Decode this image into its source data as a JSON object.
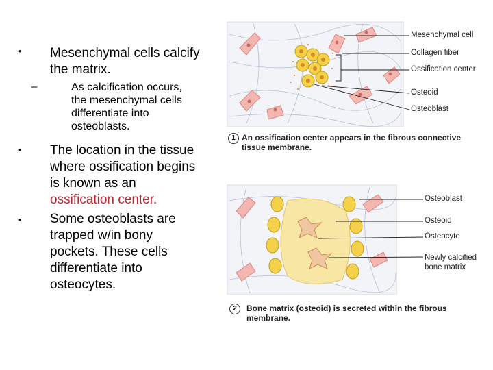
{
  "bullets": [
    {
      "text_lines": [
        "Mesenchymal cells calcify",
        "the matrix."
      ]
    },
    {
      "text_lines": [
        "The location in the tissue",
        "where ossification begins",
        "is known as an"
      ],
      "highlight": "ossification center."
    },
    {
      "text_lines": [
        "Some osteoblasts are",
        "trapped w/in bony",
        "pockets.  These cells",
        "differentiate into",
        "osteocytes."
      ]
    }
  ],
  "sub_bullet": {
    "text_lines": [
      "As calcification occurs,",
      "the mesenchymal cells",
      "differentiate into",
      "osteoblasts."
    ]
  },
  "figure1": {
    "labels": [
      "Mesenchymal cell",
      "Collagen fiber",
      "Ossification center",
      "Osteoid",
      "Osteoblast"
    ],
    "step": "1",
    "caption_lines": [
      "An ossification center appears in the fibrous connective",
      "tissue membrane."
    ]
  },
  "figure2": {
    "labels": [
      "Osteoblast",
      "Osteoid",
      "Osteocyte",
      "Newly calcified",
      "bone matrix"
    ],
    "step": "2",
    "caption_lines": [
      "Bone matrix (osteoid) is secreted within the fibrous",
      "membrane."
    ]
  },
  "colors": {
    "highlight": "#c0262d",
    "cell_pink": "#f4b6b0",
    "osteoblast_yellow": "#f3d24a",
    "osteoid": "#f7e6a4"
  }
}
